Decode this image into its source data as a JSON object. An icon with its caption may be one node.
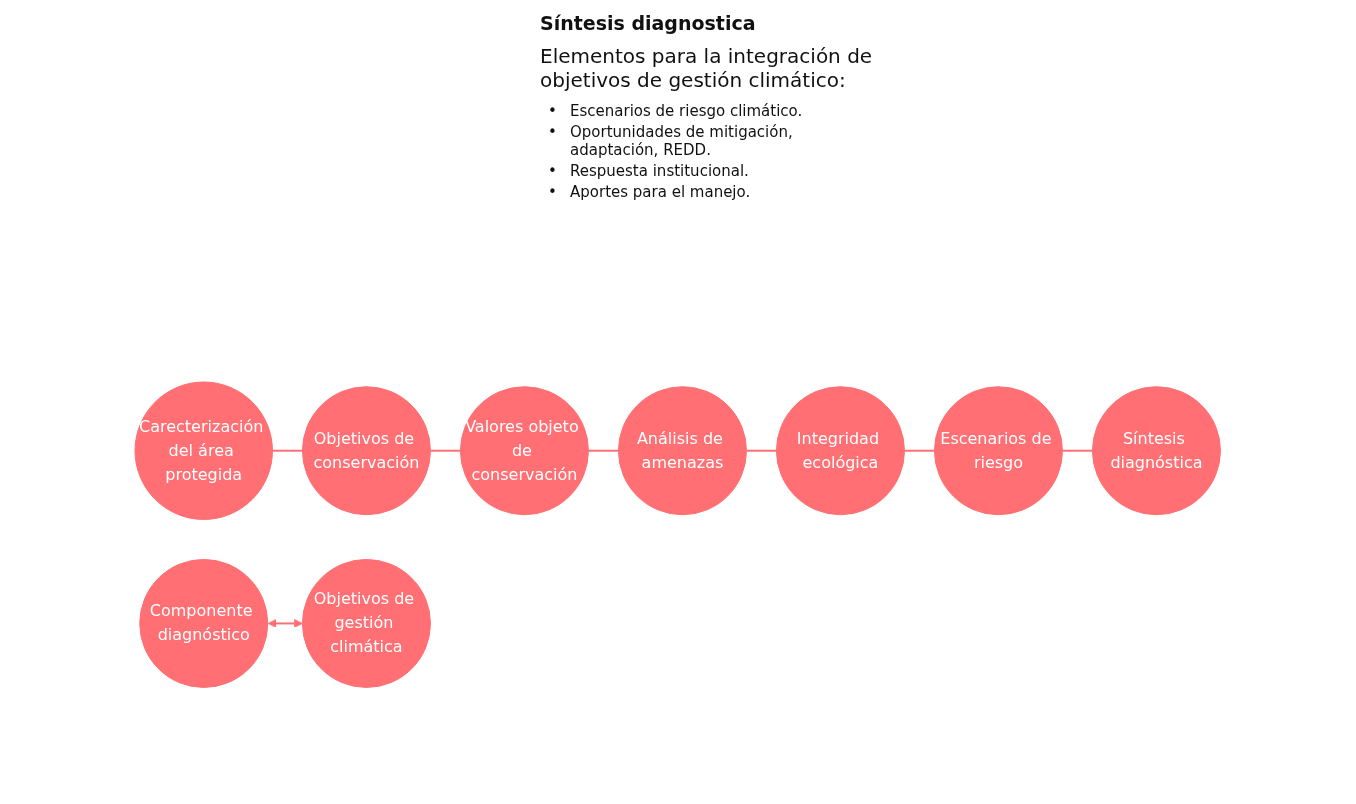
{
  "diagram": {
    "title": "Síntesis diagnostica",
    "nodes": [
      {
        "text": [
          "Carecterización del área protegida"
        ]
      },
      {
        "text": [
          "Objetivos de conservación"
        ]
      },
      {
        "text": [
          "Valores objeto de conservación"
        ]
      },
      {
        "text": [
          "Análisis de amenazas"
        ]
      },
      {
        "text": [
          "Integridad ecológica"
        ]
      },
      {
        "text": [
          "Escenarios de riesgo"
        ]
      },
      {
        "text": [
          "Síntesis diagnóstica"
        ]
      },
      {
        "text": [
          "Componente diagnóstico"
        ]
      },
      {
        "text": [
          "Objetivos de gestión climática"
        ]
      }
    ],
    "edges": [
      {
        "from": 0,
        "to": 1,
        "arrow": "none"
      },
      {
        "from": 1,
        "to": 2,
        "arrow": "none"
      },
      {
        "from": 2,
        "to": 3,
        "arrow": "none"
      },
      {
        "from": 3,
        "to": 4,
        "arrow": "none"
      },
      {
        "from": 4,
        "to": 5,
        "arrow": "none"
      },
      {
        "from": 5,
        "to": 6,
        "arrow": "none"
      },
      {
        "from": 7,
        "to": 8,
        "arrow": "both"
      }
    ],
    "labels": [
      "Elementos para la integración de objetivos de gestión climático:",
      "•",
      "Escenarios de riesgo climático.",
      "•",
      "Oportunidades de mitigación, adaptación, REDD.",
      "•",
      "Respuesta institucional.",
      "•",
      "Aportes para el manejo."
    ]
  }
}
